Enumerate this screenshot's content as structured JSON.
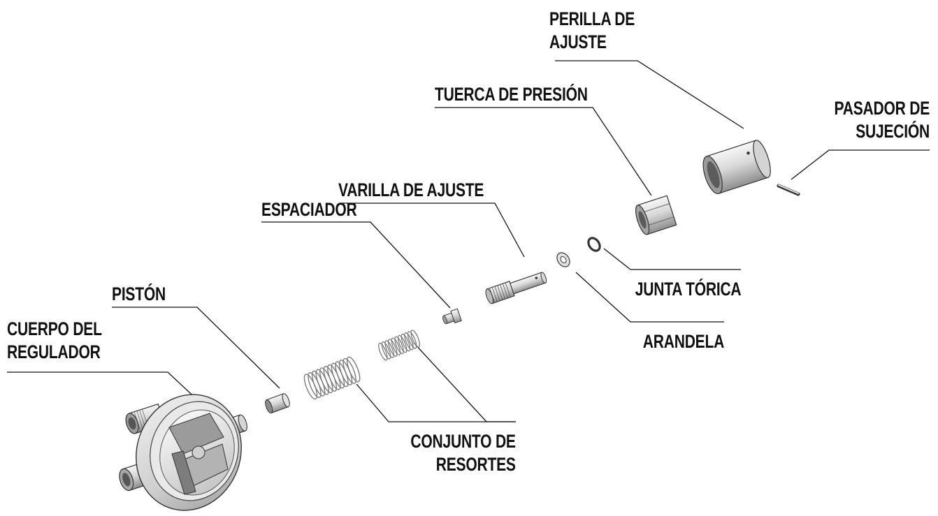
{
  "labels": {
    "adjustment_knob": [
      "PERILLA DE",
      "AJUSTE"
    ],
    "lock_nut": "TUERCA DE PRESIÓN",
    "retaining_pin": [
      "PASADOR DE",
      "SUJECIÓN"
    ],
    "adjustment_rod": "VARILLA DE AJUSTE",
    "spacer": "ESPACIADOR",
    "piston": "PISTÓN",
    "o_ring": "JUNTA TÓRICA",
    "regulator_body": [
      "CUERPO DEL",
      "REGULADOR"
    ],
    "washer": "ARANDELA",
    "spring_set": [
      "CONJUNTO DE",
      "RESORTES"
    ]
  },
  "colors": {
    "ink": "#111111",
    "metal_light": "#eeeeee",
    "metal_mid": "#c8c8c8",
    "metal_dark": "#8c8c8c",
    "spring_wire": "#7a7a7a"
  }
}
